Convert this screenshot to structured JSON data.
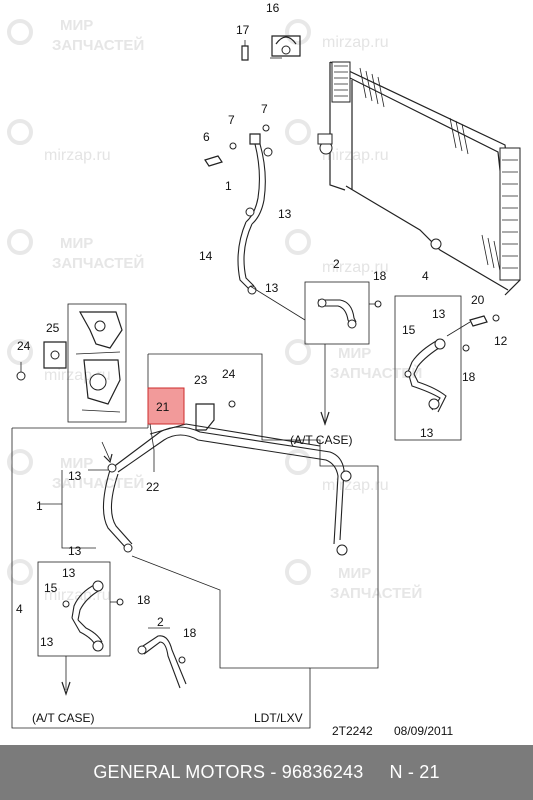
{
  "callouts": {
    "c16": "16",
    "c17": "17",
    "c6": "6",
    "c7a": "7",
    "c7b": "7",
    "c1a": "1",
    "c13a": "13",
    "c14": "14",
    "c13b": "13",
    "c2a": "2",
    "c18a": "18",
    "c4a": "4",
    "c20": "20",
    "c15a": "15",
    "c13c": "13",
    "c12": "12",
    "c18b": "18",
    "c13d": "13",
    "c25": "25",
    "c24a": "24",
    "c23": "23",
    "c24b": "24",
    "c21": "21",
    "c22": "22",
    "c13e": "13",
    "c1b": "1",
    "c13f": "13",
    "c13g": "13",
    "c15b": "15",
    "c4b": "4",
    "c18c": "18",
    "c13h": "13",
    "c2b": "2",
    "c18d": "18"
  },
  "notes": {
    "at_case_right": "(A/T CASE)",
    "at_case_left": "(A/T CASE)",
    "variant": "LDT/LXV",
    "drawing_ref": "2T2242",
    "drawing_date": "08/09/2011"
  },
  "watermark": {
    "brand_line1": "МИР",
    "brand_line2": "ЗАПЧАСТЕЙ",
    "url": "mirzap.ru"
  },
  "footer": {
    "manufacturer": "GENERAL MOTORS",
    "separator": " - ",
    "part_number": "96836243",
    "page_label": "N - 21"
  },
  "colors": {
    "highlight_fill": "#f29a9a",
    "highlight_border": "#cc2b2b",
    "footer_bg": "#7b7b7b"
  }
}
